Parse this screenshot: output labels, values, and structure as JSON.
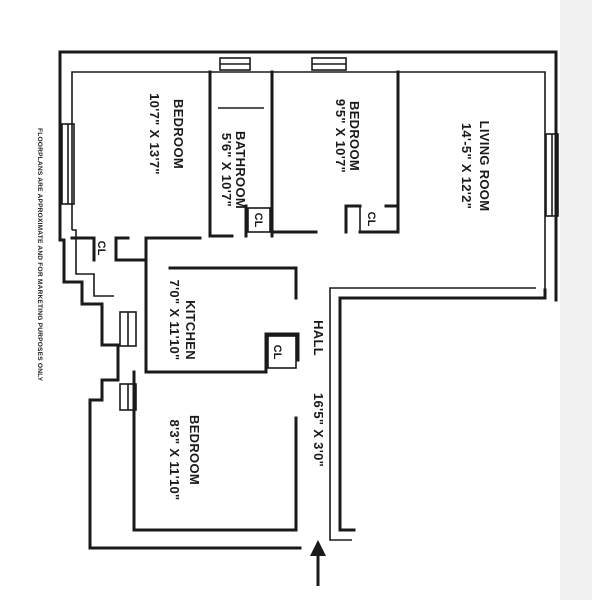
{
  "rooms": {
    "living_room": {
      "name": "LIVING ROOM",
      "dims": "14'-5\" X 12'2\""
    },
    "bedroom_top": {
      "name": "BEDROOM",
      "dims": "9'5\" X 10'7\""
    },
    "bathroom": {
      "name": "BATHROOM",
      "dims": "5'6\" X 10'7\""
    },
    "bedroom_left": {
      "name": "BEDROOM",
      "dims": "10'7\" X 13'7\""
    },
    "kitchen": {
      "name": "KITCHEN",
      "dims": "7'0\" X 11'10\""
    },
    "bedroom_bottom": {
      "name": "BEDROOM",
      "dims": "8'3\" X 11'10\""
    },
    "hall": {
      "name": "HALL",
      "dims": "16'5\" X 3'0\""
    }
  },
  "closets": {
    "bathroom_cl": "CL",
    "bedroom_top_cl": "CL",
    "bedroom_left_cl": "CL",
    "kitchen_cl": "CL"
  },
  "disclaimer": "FLOORPLANS ARE APPROXIMATE AND FOR MARKETING PURPOSES ONLY",
  "icons": {
    "entry": "entry-arrow-icon"
  }
}
